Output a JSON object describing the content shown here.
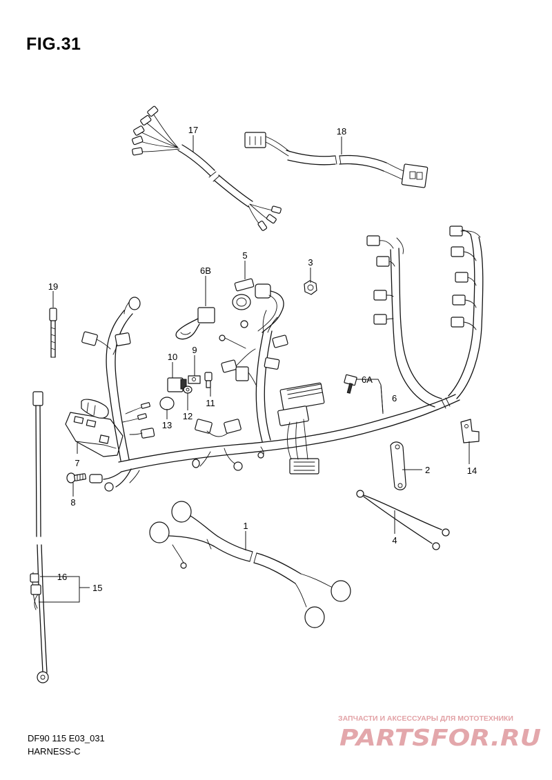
{
  "figure": {
    "title": "FIG.31",
    "code": "DF90 115 E03_031",
    "name": "HARNESS-C"
  },
  "callouts": [
    "1",
    "2",
    "3",
    "4",
    "5",
    "6",
    "6A",
    "6B",
    "7",
    "8",
    "9",
    "10",
    "11",
    "12",
    "13",
    "14",
    "15",
    "16",
    "17",
    "18",
    "19"
  ],
  "watermark": {
    "tagline": "ЗАПЧАСТИ И АКСЕССУАРЫ ДЛЯ МОТОТЕХНИКИ",
    "logo": "PARTSFOR.RU",
    "color": "#e3a7ab"
  }
}
